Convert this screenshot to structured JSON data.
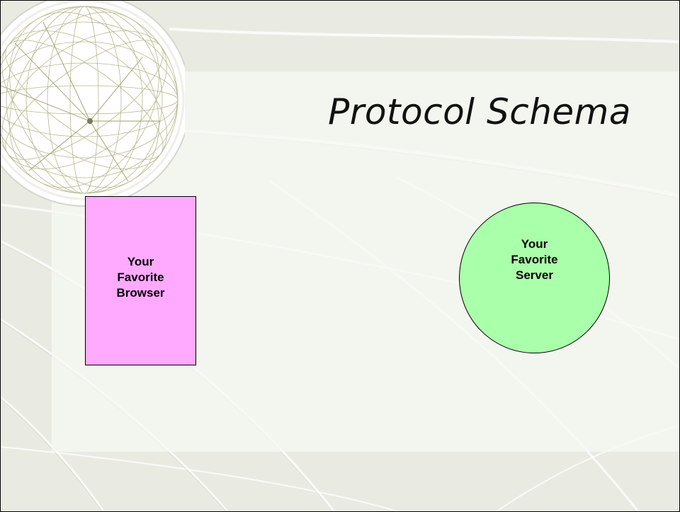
{
  "slide": {
    "title": "Protocol Schema",
    "browser": {
      "lines": [
        "Your",
        "Favorite",
        "Browser"
      ]
    },
    "server": {
      "lines": [
        "Your",
        "Favorite",
        "Server"
      ]
    }
  },
  "colors": {
    "browser_fill": "#ffaaff",
    "server_fill": "#aaffaa",
    "background": "#e9ebe3",
    "globe_lines": "#b7b88c"
  }
}
